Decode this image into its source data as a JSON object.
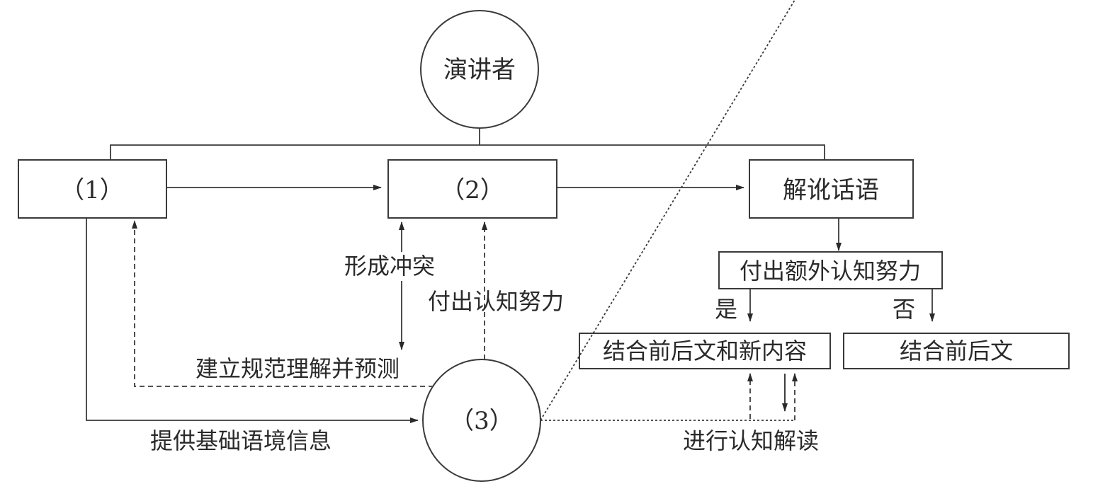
{
  "diagram": {
    "speaker": "演讲者",
    "box1": "（1）",
    "box2": "（2）",
    "circle3": "（3）",
    "decode": "解讹话语",
    "extra_effort": "付出额外认知努力",
    "yes": "是",
    "no": "否",
    "combine_new": "结合前后文和新内容",
    "combine": "结合前后文",
    "conflict": "形成冲突",
    "effort": "付出认知努力",
    "build": "建立规范理解并预测",
    "provide": "提供基础语境信息",
    "interpret": "进行认知解读"
  }
}
